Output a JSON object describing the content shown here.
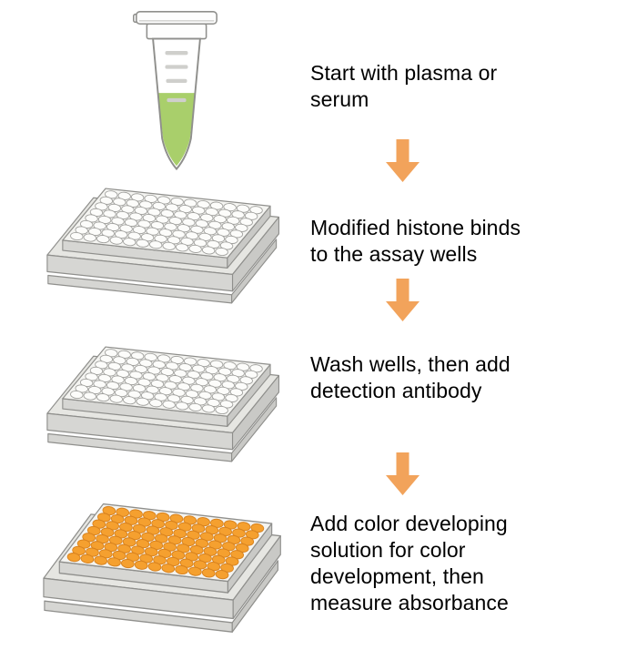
{
  "diagram": {
    "steps": [
      {
        "label": "Start with plasma or\nserum",
        "graphic": "microcentrifuge-tube-with-green-sample"
      },
      {
        "label": "Modified histone binds\nto the assay wells",
        "graphic": "96-well-plate-empty"
      },
      {
        "label": "Wash wells, then add\ndetection antibody",
        "graphic": "96-well-plate-empty"
      },
      {
        "label": "Add color developing\nsolution for color\ndevelopment, then\nmeasure absorbance",
        "graphic": "96-well-plate-orange-wells"
      }
    ],
    "connector_icon": "down-arrow"
  },
  "plate_grid": {
    "rows": 8,
    "cols": 12
  },
  "colors": {
    "arrow": "#F2A35B",
    "tube_liquid": "#A9CF6B",
    "outline": "#8F8F8C",
    "plate_top": "#F4F4F1",
    "plate_front": "#D6D6D3",
    "plate_side": "#C9C9C6",
    "base_top": "#E6E6E2",
    "well_empty": "#FCFCFA",
    "well_line": "#A0A09D",
    "well_filled": "#F5A02F",
    "well_filled_line": "#D8821E",
    "text": "#000000"
  }
}
